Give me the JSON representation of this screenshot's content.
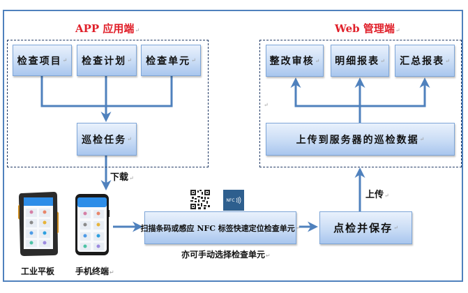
{
  "app_section": {
    "title": "APP 应用端",
    "top_nodes": [
      "检查项目",
      "检查计划",
      "检查单元"
    ],
    "task_node": "巡检任务"
  },
  "web_section": {
    "title": "Web 管理端",
    "top_nodes": [
      "整改审核",
      "明细报表",
      "汇总报表"
    ],
    "data_node": "上传到服务器的巡检数据"
  },
  "flow": {
    "download_label": "下载",
    "upload_label": "上传",
    "scan_node": "扫描条码或感应 NFC 标签快速定位检查单元",
    "manual_note": "亦可手动选择检查单元",
    "save_node": "点检并保存"
  },
  "devices": {
    "tablet_caption": "工业平板",
    "phone_caption": "手机终端"
  },
  "icons": {
    "nfc_text": "NFC",
    "qr": "qr-code-icon",
    "nfc": "nfc-icon"
  },
  "colors": {
    "accent_line": "#4f81bd",
    "title_red": "#e0202a",
    "dashed_border": "#1f3864",
    "nfc_bg": "#2e5f8e"
  }
}
